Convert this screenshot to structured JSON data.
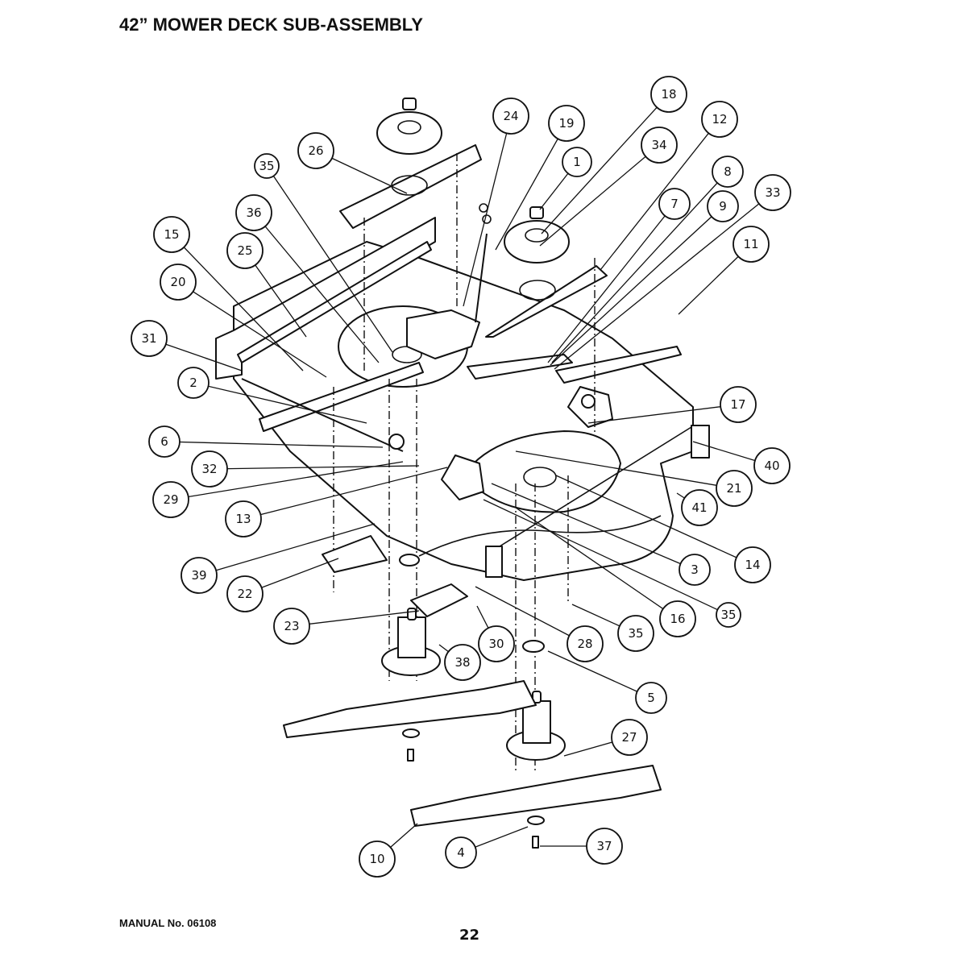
{
  "header": {
    "title": "42” MOWER DECK SUB-ASSEMBLY"
  },
  "footer": {
    "manual_label": "MANUAL No. 06108",
    "page_number": "22"
  },
  "callouts": [
    {
      "id": "c18",
      "label": "18"
    },
    {
      "id": "c24",
      "label": "24"
    },
    {
      "id": "c19",
      "label": "19"
    },
    {
      "id": "c12",
      "label": "12"
    },
    {
      "id": "c34",
      "label": "34"
    },
    {
      "id": "c1",
      "label": "1"
    },
    {
      "id": "c26",
      "label": "26"
    },
    {
      "id": "c35a",
      "label": "35"
    },
    {
      "id": "c8",
      "label": "8"
    },
    {
      "id": "c33",
      "label": "33"
    },
    {
      "id": "c7",
      "label": "7"
    },
    {
      "id": "c9",
      "label": "9"
    },
    {
      "id": "c36",
      "label": "36"
    },
    {
      "id": "c15",
      "label": "15"
    },
    {
      "id": "c25",
      "label": "25"
    },
    {
      "id": "c11",
      "label": "11"
    },
    {
      "id": "c20",
      "label": "20"
    },
    {
      "id": "c31",
      "label": "31"
    },
    {
      "id": "c2",
      "label": "2"
    },
    {
      "id": "c17",
      "label": "17"
    },
    {
      "id": "c6",
      "label": "6"
    },
    {
      "id": "c32",
      "label": "32"
    },
    {
      "id": "c40",
      "label": "40"
    },
    {
      "id": "c29",
      "label": "29"
    },
    {
      "id": "c21",
      "label": "21"
    },
    {
      "id": "c13",
      "label": "13"
    },
    {
      "id": "c41",
      "label": "41"
    },
    {
      "id": "c39",
      "label": "39"
    },
    {
      "id": "c14",
      "label": "14"
    },
    {
      "id": "c3",
      "label": "3"
    },
    {
      "id": "c22",
      "label": "22"
    },
    {
      "id": "c35b",
      "label": "35"
    },
    {
      "id": "c23",
      "label": "23"
    },
    {
      "id": "c16",
      "label": "16"
    },
    {
      "id": "c35c",
      "label": "35"
    },
    {
      "id": "c30",
      "label": "30"
    },
    {
      "id": "c28",
      "label": "28"
    },
    {
      "id": "c38",
      "label": "38"
    },
    {
      "id": "c5",
      "label": "5"
    },
    {
      "id": "c27",
      "label": "27"
    },
    {
      "id": "c10",
      "label": "10"
    },
    {
      "id": "c4",
      "label": "4"
    },
    {
      "id": "c37",
      "label": "37"
    }
  ]
}
